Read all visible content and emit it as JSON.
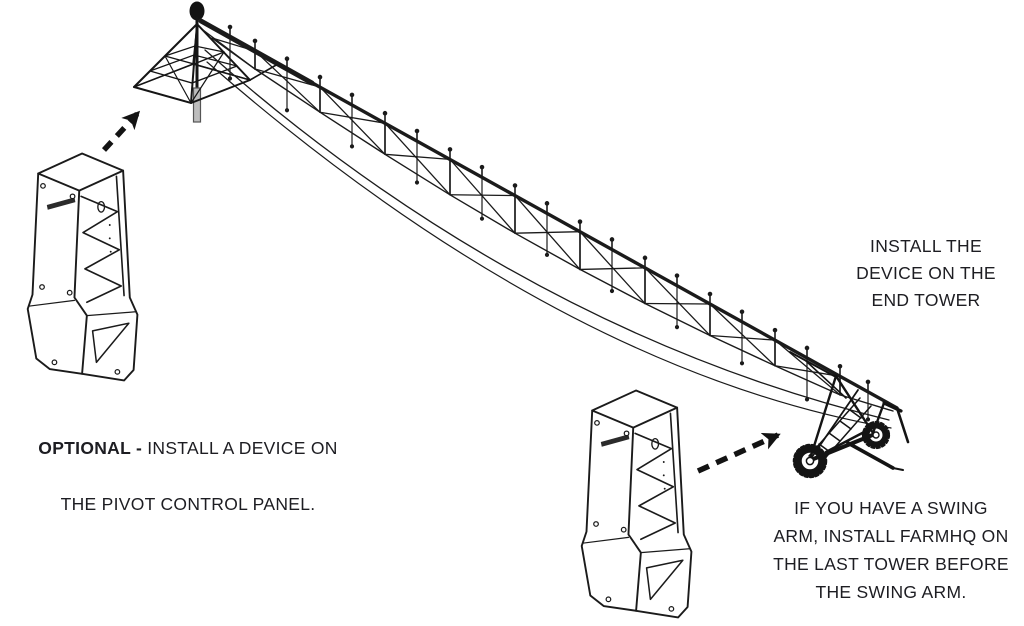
{
  "title": "Center pivot device installation diagram",
  "colors": {
    "ink": "#1b1b1b",
    "text": "#1d1d22",
    "background": "#ffffff"
  },
  "captions": {
    "pivot_panel": {
      "line1_bold": "OPTIONAL - ",
      "line1_rest": "INSTALL A DEVICE ON",
      "line2": "THE PIVOT CONTROL PANEL."
    },
    "end_tower": "INSTALL THE\nDEVICE ON THE\nEND TOWER",
    "swing_arm": "IF YOU HAVE A SWING\nARM, INSTALL FARMHQ ON\nTHE LAST TOWER BEFORE\nTHE SWING ARM."
  },
  "icons": {
    "device": "farmhq-device-enclosure-icon",
    "pivot_tower": "pivot-point-tower-icon",
    "span": "irrigation-span-truss-icon",
    "end_tower": "end-tower-wheels-icon",
    "arrow": "dashed-arrow-icon"
  }
}
